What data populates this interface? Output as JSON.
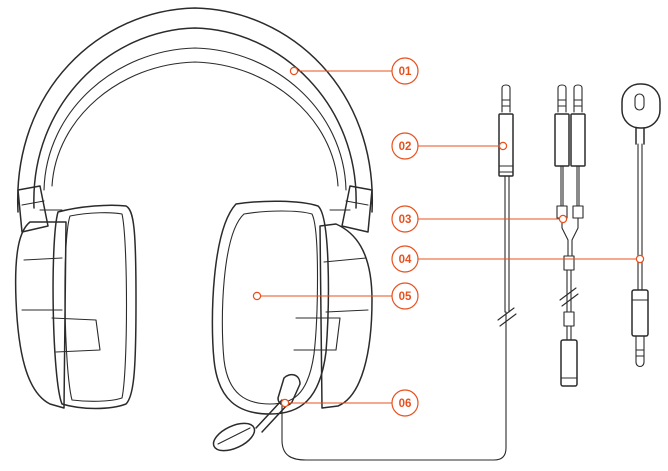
{
  "accent_color": "#e8501e",
  "line_color": "#2b2b2b",
  "callouts": [
    {
      "id": "01",
      "label": "01",
      "part": "headband"
    },
    {
      "id": "02",
      "label": "02",
      "part": "3.5mm-cable"
    },
    {
      "id": "03",
      "label": "03",
      "part": "pc-splitter"
    },
    {
      "id": "04",
      "label": "04",
      "part": "boom-microphone"
    },
    {
      "id": "05",
      "label": "05",
      "part": "ear-cushion"
    },
    {
      "id": "06",
      "label": "06",
      "part": "microphone-port"
    }
  ]
}
